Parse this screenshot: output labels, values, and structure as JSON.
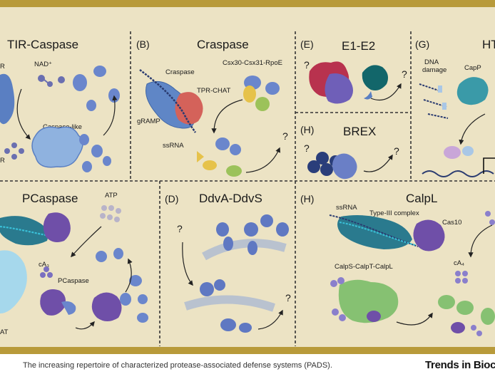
{
  "panels": {
    "tir": {
      "title": "TIR-Caspase",
      "nad": "NAD⁺",
      "caspase_like": "Caspase-like",
      "r1": "R",
      "r2": "R"
    },
    "craspase": {
      "letter": "(B)",
      "title": "Craspase",
      "caspase": "Craspase",
      "csx": "Csx30-Csx31-RpoE",
      "tpr": "TPR-CHAT",
      "gramp": "gRAMP",
      "ssrna": "ssRNA",
      "q": "?"
    },
    "e1e2": {
      "letter": "(E)",
      "title": "E1-E2",
      "q1": "?",
      "q2": "?"
    },
    "brex": {
      "letter": "(H)",
      "title": "BREX",
      "q1": "?",
      "q2": "?"
    },
    "g": {
      "letter": "(G)",
      "title": "HT",
      "dna": "DNA",
      "damage": "damage",
      "capp": "CapP"
    },
    "pcaspase": {
      "title": "PCaspase",
      "atp": "ATP",
      "ca3": "cA₃",
      "pcaspase": "PCaspase",
      "at": "AT"
    },
    "ddv": {
      "letter": "(D)",
      "title": "DdvA-DdvS",
      "q1": "?",
      "q2": "?"
    },
    "calpl": {
      "letter": "(H)",
      "title": "CalpL",
      "ssrna": "ssRNA",
      "typeiii": "Type-III complex",
      "cas10": "Cas10",
      "ca4": "cA₄",
      "calps": "CalpS-CalpT-CalpL"
    }
  },
  "caption": "The increasing repertoire of characterized protease-associated defense systems (PADS).",
  "brand": "Trends in Bioch"
}
